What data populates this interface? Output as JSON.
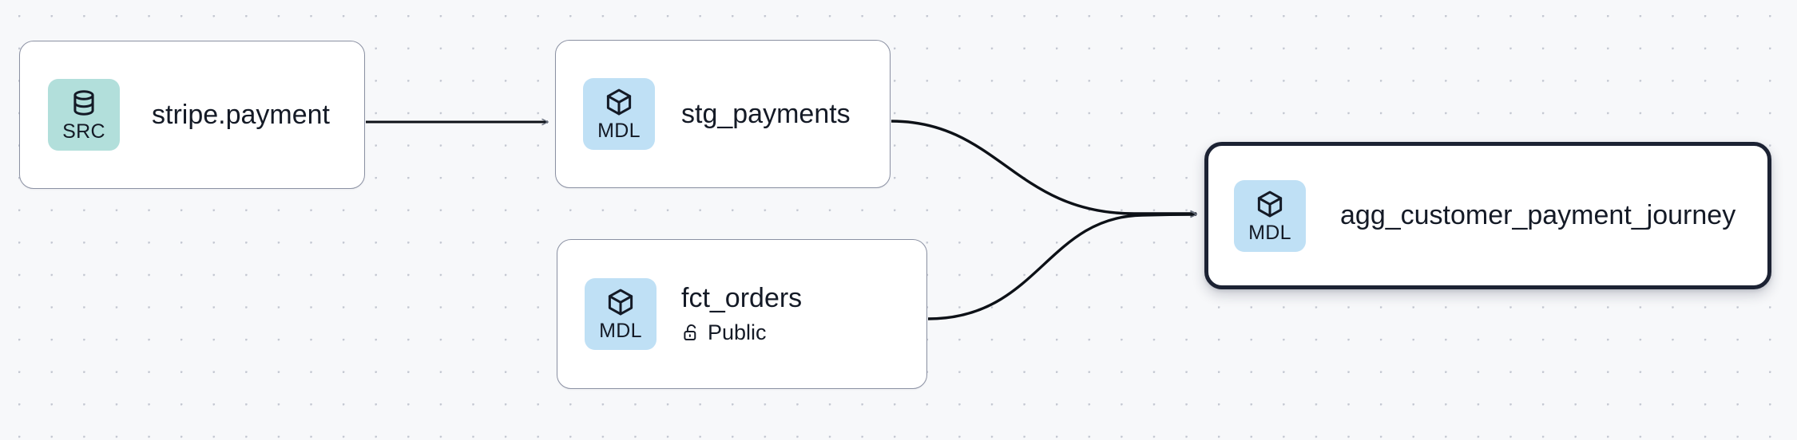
{
  "canvas": {
    "background_color": "#f7f8fa",
    "grid_dot_color": "#c3c7d1",
    "edge_color": "#0d1117"
  },
  "graph": {
    "nodes": [
      {
        "id": "stripe-payment",
        "title": "stripe.payment",
        "badge_label": "SRC",
        "badge_icon": "database-icon",
        "badge_color": "#b2dfdb",
        "selected": false,
        "subtitle": null
      },
      {
        "id": "stg-payments",
        "title": "stg_payments",
        "badge_label": "MDL",
        "badge_icon": "cube-icon",
        "badge_color": "#bfe0f5",
        "selected": false,
        "subtitle": null
      },
      {
        "id": "fct-orders",
        "title": "fct_orders",
        "badge_label": "MDL",
        "badge_icon": "cube-icon",
        "badge_color": "#bfe0f5",
        "selected": false,
        "subtitle": "Public",
        "subtitle_icon": "unlock-icon"
      },
      {
        "id": "agg-journey",
        "title": "agg_customer_payment_journey",
        "badge_label": "MDL",
        "badge_icon": "cube-icon",
        "badge_color": "#bfe0f5",
        "selected": true,
        "subtitle": null
      }
    ],
    "edges": [
      {
        "from": "stripe-payment",
        "to": "stg-payments"
      },
      {
        "from": "stg-payments",
        "to": "agg-journey"
      },
      {
        "from": "fct-orders",
        "to": "agg-journey"
      }
    ]
  }
}
